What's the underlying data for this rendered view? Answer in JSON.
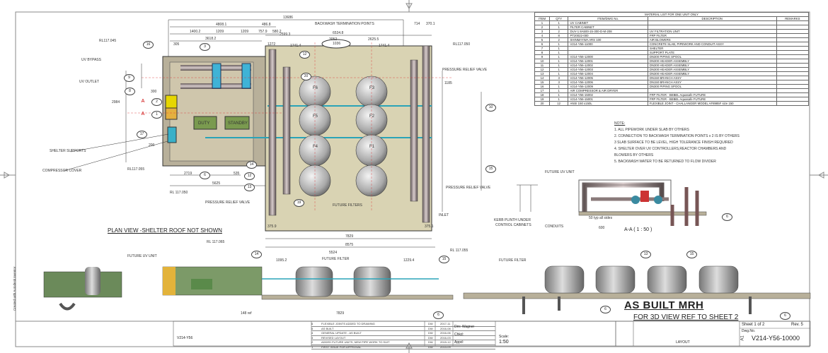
{
  "material_list": {
    "title": "MATERIAL LIST FOR ONE UNIT ONLY",
    "headers": [
      "ITEM",
      "QTY",
      "ITEM/DWG No.",
      "DESCRIPTION",
      "REMARKS"
    ],
    "rows": [
      [
        "1",
        "1",
        "UV CABINET",
        "",
        ""
      ],
      [
        "2",
        "1",
        "FILTER CABINET",
        "",
        ""
      ],
      [
        "3",
        "2",
        "DUV-1 8A500-15-300-D-M-208",
        "UV FILTRATION UNIT",
        ""
      ],
      [
        "4",
        "8",
        "PT20022-000",
        "FRP FILTER",
        ""
      ],
      [
        "5",
        "2",
        "SHINMAYWA ARS 100",
        "AIR BLOWERS",
        ""
      ],
      [
        "6",
        "1",
        "V214-Y56-11000",
        "CONCRETE SLAB, PIPEWORK AND CONDUIT ASSY",
        ""
      ],
      [
        "7",
        "1",
        "",
        "SHELTER",
        ""
      ],
      [
        "8",
        "1",
        "",
        "SUPPORT PLATE",
        ""
      ],
      [
        "9",
        "1",
        "V214-Y56-12000",
        "DN300 PIPING SPOOL",
        ""
      ],
      [
        "10",
        "1",
        "V214-Y56-12001",
        "DN300 HEADER ASSEMBLY",
        ""
      ],
      [
        "11",
        "1",
        "V214-Y56-12002",
        "DN300 HEADER ASSEMBLY",
        ""
      ],
      [
        "12",
        "1",
        "V214-Y56-12003",
        "DN300 HEADER ASSEMBLY",
        ""
      ],
      [
        "13",
        "1",
        "V214-Y56-12004",
        "DN300 HEADER ASSEMBLY",
        ""
      ],
      [
        "14",
        "3",
        "V214-Y56-12005",
        "DN150 BRANCH ASSY",
        ""
      ],
      [
        "15",
        "3",
        "V214-Y56-12006",
        "DN150 BRANCH ASSY",
        ""
      ],
      [
        "16",
        "1",
        "V214-Y56-12009",
        "DN300 PIPING SPOOL",
        ""
      ],
      [
        "17",
        "1",
        "AIR COMPRESSOR & AIR DRYER",
        "",
        ""
      ],
      [
        "18",
        "1",
        "V214-Y56-15002",
        "FRP FILTER - BEBEL Aquasafe FUTURE",
        ""
      ],
      [
        "19",
        "1",
        "V214-Y56-15001",
        "FRP FILTER - BEBEL Aquasafe FUTURE",
        ""
      ],
      [
        "20",
        "12",
        "ANSI 150 x150L",
        "FLEXIBLE JOINT - CHALLANGER MODEL AF8985F size 150",
        ""
      ]
    ]
  },
  "notes": {
    "heading": "NOTE:",
    "items": [
      "1. ALL PIPEWORK UNDER SLAB BY OTHERS",
      "2. CONNECTION TO BACKWASH TERMINATION POINTS x 2 IS BY OTHERS",
      "3 SLAB SURFACE TO BE LEVEL, HIGH TOLERANCE FINISH REQUIRED",
      "4. SHELTER OVER UV CONTROLLERS,REACTOR CHAMBERS AND",
      "    BLOWERS BY OTHERS",
      "5. BACKWASH WATER TO BE RETURNED TO FLOW DIVIDER"
    ]
  },
  "plan_view": {
    "title": "PLAN VIEW -SHELTER ROOF NOT SHOWN",
    "labels": {
      "uv_bypass": "UV BYPASS",
      "uv_outlet": "UV OUTLET",
      "shelter_supports": "SHELTER SUPPORTS",
      "compressor_cover": "COMPRESSOR COVER",
      "backwash": "BACKWASH TERMINATION POINTS",
      "duty": "DUTY",
      "standby": "STANDBY",
      "future_filters": "FUTURE FILTERS",
      "inlet": "INLET",
      "prv1": "PRESSURE RELIEF VALVE",
      "prv2": "PRESSURE RELIEF VALVE",
      "prv3": "PRESSURE RELIEF VALVE",
      "rl1": "RL117.045",
      "rl2": "RL117.055",
      "rl3": "RL 117.050",
      "rl4": "RL117.050",
      "rl5": "RL 117.065",
      "rl6": "RL 117.055"
    },
    "filters": [
      "F6",
      "F3",
      "F5",
      "F2",
      "F4",
      "F1",
      "",
      ""
    ],
    "dims": [
      "13686",
      "4808.1",
      "486.8",
      "1400.2",
      "1209",
      "1209",
      "757.9",
      "580.2",
      "3618.2",
      "2599.3",
      "305",
      "1272",
      "1741.4",
      "6534.8",
      "3052",
      "2625.5",
      "714",
      "370.1",
      "1741.4",
      "1036",
      "2719",
      "535",
      "5625",
      "7829",
      "8575",
      "375.9",
      "375.1",
      "2984",
      "1185",
      "300",
      "200"
    ],
    "bubbles": [
      "16",
      "3",
      "9",
      "8",
      "2",
      "1",
      "17",
      "12",
      "20",
      "10",
      "14",
      "15",
      "6",
      "12",
      "13",
      "19",
      "A",
      "A"
    ]
  },
  "section_aa": {
    "title": "A-A ( 1 : 50 )",
    "future_uv": "FUTURE UV UNIT",
    "kerb": "KERB PLINTH UNDER",
    "kerb2": "CONTROL CABINETS",
    "conduits": "CONDUITS",
    "typ": "50 typ all sides",
    "dim600": "600",
    "bubble": "6"
  },
  "elevation": {
    "future_uv": "FUTURE UV UNIT",
    "future_filter": "FUTURE FILTER",
    "future_filter2": "FUTURE FILTER",
    "dims": [
      "5524",
      "1095.2",
      "1229.4",
      "7829",
      "148 ref"
    ],
    "bubbles": [
      "14",
      "15",
      "13",
      "15",
      "6",
      "6",
      "6"
    ],
    "created_with": "Created with Autodesk Inventor"
  },
  "revisions": [
    [
      "6",
      "FLEXIBLE JOINTS ADDED TO DRAWING",
      "DW",
      "2017-11"
    ],
    [
      "5",
      "AS BUILT",
      "DW",
      "2016-08"
    ],
    [
      "4",
      "GENERAL UPDATE - AS BUILT",
      "DW",
      "2016-06"
    ],
    [
      "3",
      "REVISED LAYOUT",
      "DW",
      "2016-03"
    ],
    [
      "2",
      "ADDED FUTURE UNITS, NEW PIPE WORK TO SUIT",
      "DW",
      "2015-12"
    ],
    [
      "1",
      "FIRST ISSUE FOR APPROVAL",
      "DW",
      "2015-09"
    ]
  ],
  "title_block": {
    "stamp": "AS BUILT  MRH",
    "note": "FOR 3D VIEW REF TO SHEET 2",
    "drn": "Drn: Wagner",
    "chkd": "Chkd:",
    "appd": "Appd:",
    "scale_label": "Scale:",
    "scale": "1:50",
    "sheet": "Sheet  1  of  2",
    "rev": "Rev.  5",
    "dwg_label": "Dwg.No.",
    "size": "A1",
    "dwg_no": "V214-Y56-10000",
    "layout": "LAYOUT",
    "ref": "V214-Y56"
  }
}
